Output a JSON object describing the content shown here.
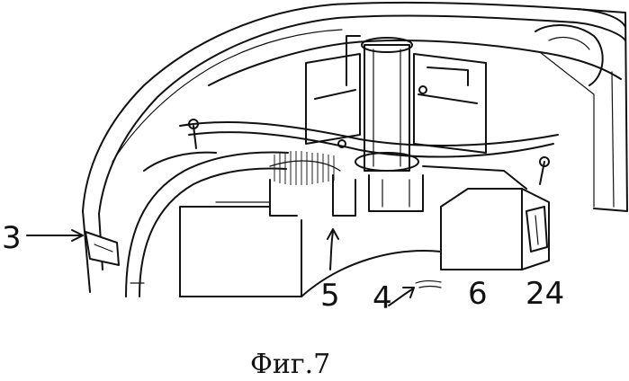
{
  "figure": {
    "caption": "Фиг.7",
    "labels": {
      "ref_3": "3",
      "ref_5": "5",
      "ref_4": "4",
      "ref_6": "6",
      "ref_24": "24"
    }
  }
}
